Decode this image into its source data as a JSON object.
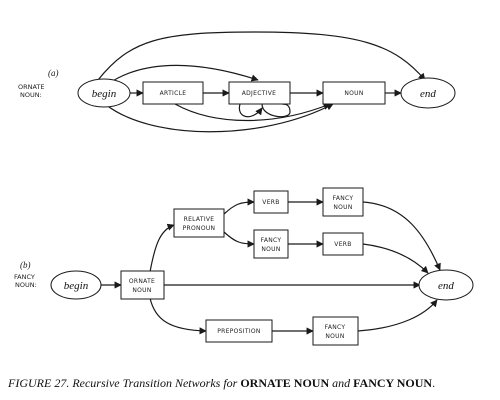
{
  "network_a": {
    "part": "(a)",
    "name_line1": "ORNATE",
    "name_line2": "NOUN:",
    "start": "begin",
    "end": "end",
    "boxes": {
      "article": "ARTICLE",
      "adjective": "ADJECTIVE",
      "noun": "NOUN"
    }
  },
  "network_b": {
    "part": "(b)",
    "name_line1": "FANCY",
    "name_line2": "NOUN:",
    "start": "begin",
    "end": "end",
    "boxes": {
      "ornate_l1": "ORNATE",
      "ornate_l2": "NOUN",
      "relpro_l1": "RELATIVE",
      "relpro_l2": "PRONOUN",
      "verb_top": "VERB",
      "fancy_top_l1": "FANCY",
      "fancy_top_l2": "NOUN",
      "fancy_mid_l1": "FANCY",
      "fancy_mid_l2": "NOUN",
      "verb_mid": "VERB",
      "preposition": "PREPOSITION",
      "fancy_bot_l1": "FANCY",
      "fancy_bot_l2": "NOUN"
    }
  },
  "caption": {
    "prefix": "FIGURE 27. Recursive Transition Networks for ",
    "term1": "ORNATE NOUN",
    "mid": " and ",
    "term2": "FANCY NOUN",
    "suffix": "."
  }
}
